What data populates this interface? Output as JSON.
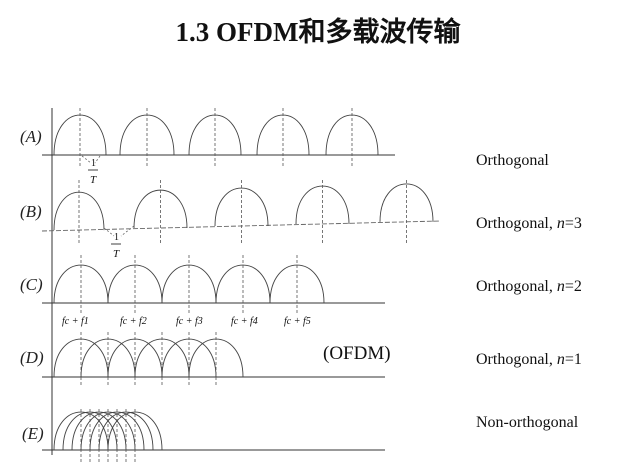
{
  "title": "1.3 OFDM和多载波传输",
  "rows": [
    {
      "label": "(A)",
      "description": "Orthogonal"
    },
    {
      "label": "(B)",
      "description": "Orthogonal, n=3"
    },
    {
      "label": "(C)",
      "description": "Orthogonal, n=2"
    },
    {
      "label": "(D)",
      "description": "Orthogonal, n=1"
    },
    {
      "label": "(E)",
      "description": "Non-orthogonal"
    }
  ],
  "ofdm_label": "(OFDM)",
  "period_fraction": {
    "numerator": "1",
    "denominator": "T"
  },
  "frequency_labels": [
    "fc + f1",
    "fc + f2",
    "fc + f3",
    "fc + f4",
    "fc + f5"
  ],
  "colors": {
    "text": "#111111",
    "line": "#333333",
    "dashed": "#666666"
  }
}
